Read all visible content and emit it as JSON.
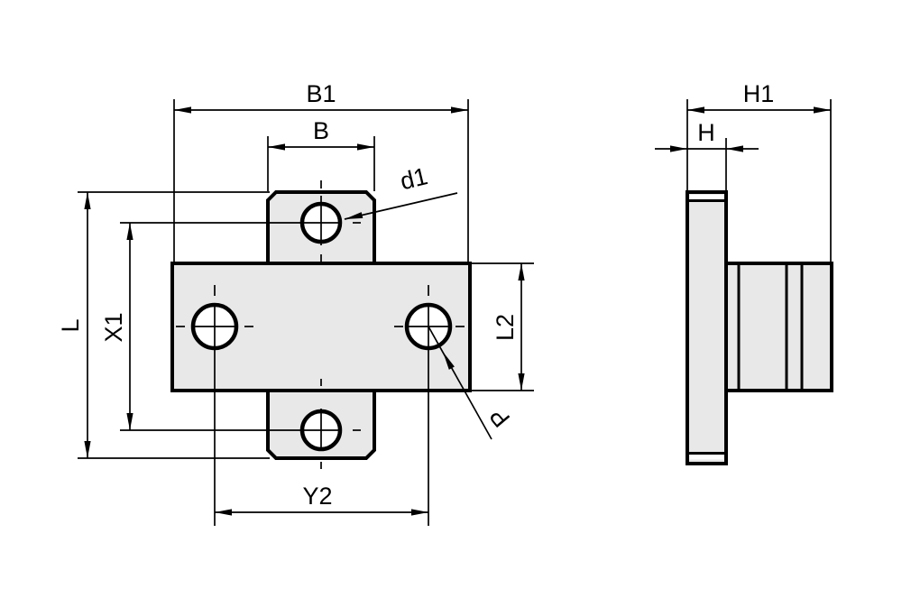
{
  "drawing": {
    "labels": {
      "b1": "B1",
      "b": "B",
      "d1": "d1",
      "l": "L",
      "x1": "X1",
      "l2": "L2",
      "y2": "Y2",
      "p": "P",
      "h1": "H1",
      "h": "H"
    },
    "colors": {
      "part_fill": "#e8e8e8",
      "hole_fill": "#ffffff",
      "line": "#000000",
      "background": "#ffffff"
    }
  }
}
